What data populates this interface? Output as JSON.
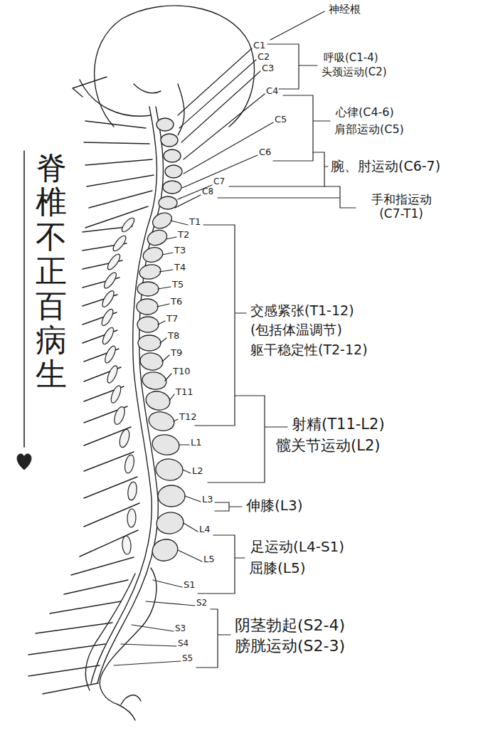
{
  "diagram": {
    "title": "脊椎不正百病生",
    "labels": [
      "神经根",
      "C1",
      "C2",
      "C3",
      "C4",
      "C5",
      "C6",
      "C7",
      "C8",
      "T1",
      "T2",
      "T3",
      "T4",
      "T5",
      "T6",
      "T7",
      "T8",
      "T9",
      "T10",
      "T11",
      "T12",
      "L1",
      "L2",
      "L3",
      "L4",
      "L5",
      "S1",
      "S2",
      "S3",
      "S4",
      "S5",
      "呼吸(C1-4)",
      "头颈运动(C2)",
      "心律(C4-6)",
      "肩部运动(C5)",
      "腕、肘运动(C6-7)",
      "手和指运动 (C7-T1)",
      "交感紧张(T1-12)",
      "(包括体温调节)",
      "躯干稳定性(T2-12)",
      "射精(T11-L2)",
      "髋关节运动(L2)",
      "伸膝(L3)",
      "足运动(L4-S1)",
      "屈膝(L5)",
      "阴茎勃起(S2-4)",
      "膀胱运动(S2-3)"
    ]
  }
}
